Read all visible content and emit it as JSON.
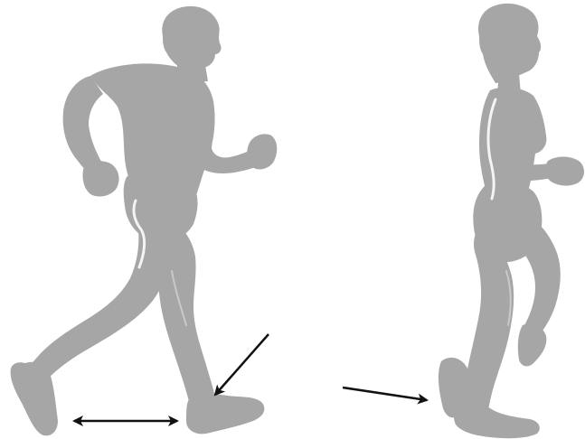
{
  "colors": {
    "background": "#ffffff",
    "figure_fill": "#a6a6a6",
    "figure_highlight": "#f4f4f4",
    "arrow": "#111111"
  },
  "figures": [
    {
      "id": "male-runner",
      "icon": "male-runner-silhouette"
    },
    {
      "id": "female-runner",
      "icon": "female-runner-silhouette"
    }
  ],
  "arrows": [
    {
      "id": "stride-length-arrow",
      "style": "double-headed"
    },
    {
      "id": "heel-strike-arrow",
      "style": "single-headed"
    },
    {
      "id": "forefoot-strike-arrow",
      "style": "single-headed"
    }
  ]
}
